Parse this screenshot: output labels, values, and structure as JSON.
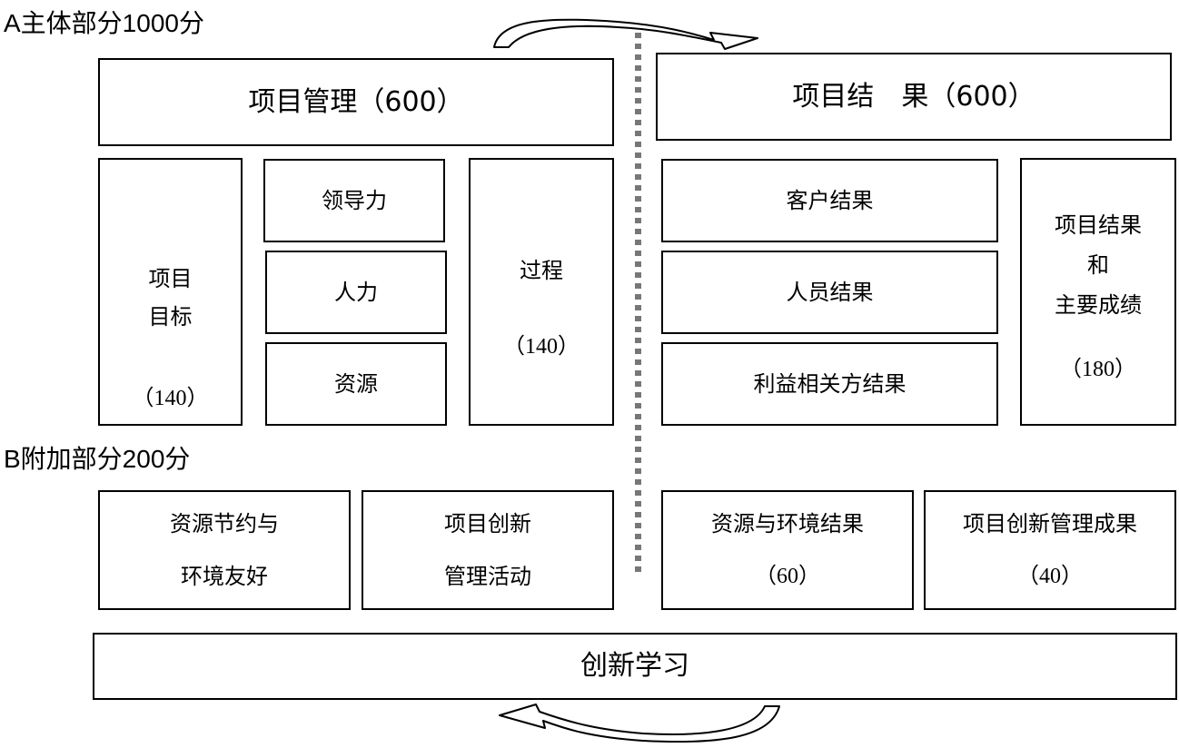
{
  "section_a": "A主体部分1000分",
  "section_b": "B附加部分200分",
  "pm": {
    "title": "项目管理（600）"
  },
  "pr": {
    "title": "项目结　果（600）"
  },
  "goal": {
    "line1": "项目",
    "line2": "目标",
    "score": "（140）"
  },
  "leadership": "领导力",
  "hr": "人力",
  "resources": "资源",
  "process": {
    "line1": "过程",
    "score": "（140）"
  },
  "customer": "客户结果",
  "people": "人员结果",
  "stakeholder": "利益相关方结果",
  "results": {
    "line1": "项目结果",
    "line2": "和",
    "line3": "主要成绩",
    "score": "（180）"
  },
  "b1": {
    "line1": "资源节约与",
    "line2": "环境友好"
  },
  "b2": {
    "line1": "项目创新",
    "line2": "管理活动"
  },
  "b3": {
    "line1": "资源与环境结果",
    "score": "（60）"
  },
  "b4": {
    "line1": "项目创新管理成果",
    "score": "（40）"
  },
  "learning": "创新学习"
}
